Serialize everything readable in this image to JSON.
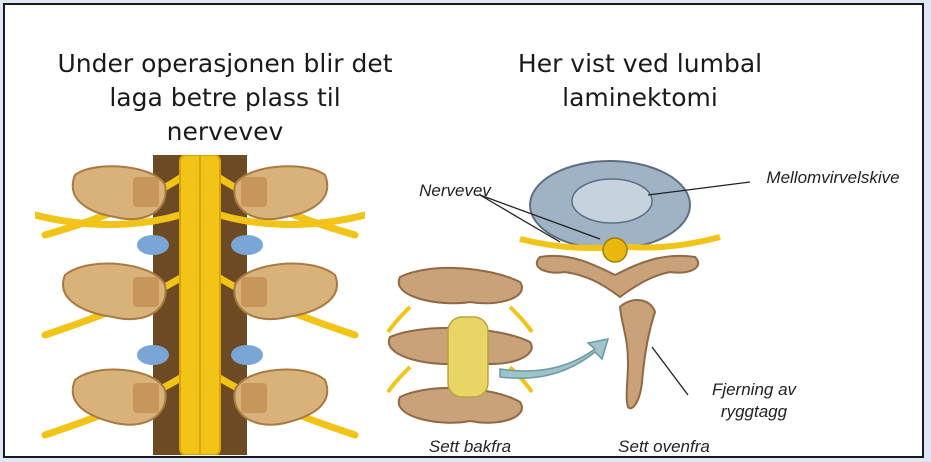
{
  "captions": {
    "left_line1": "Under operasjonen blir det",
    "left_line2": "laga betre plass til nervevev",
    "right_line1": "Her vist ved lumbal",
    "right_line2": "laminektomi"
  },
  "labels": {
    "nervevev": "Nervevev",
    "mellomvirvelskive": "Mellomvirvelskive",
    "fjerning_line1": "Fjerning av",
    "fjerning_line2": "ryggtagg",
    "sett_bakfra": "Sett bakfra",
    "sett_ovenfra": "Sett ovenfra"
  },
  "colors": {
    "bone": "#d9b27a",
    "bone_dark": "#a97b43",
    "nerve": "#f2c417",
    "nerve_dark": "#d9a300",
    "disc_blue": "#7aa6d6",
    "disc_grey": "#9fb3c4",
    "canal_dark": "#6b4a24"
  }
}
